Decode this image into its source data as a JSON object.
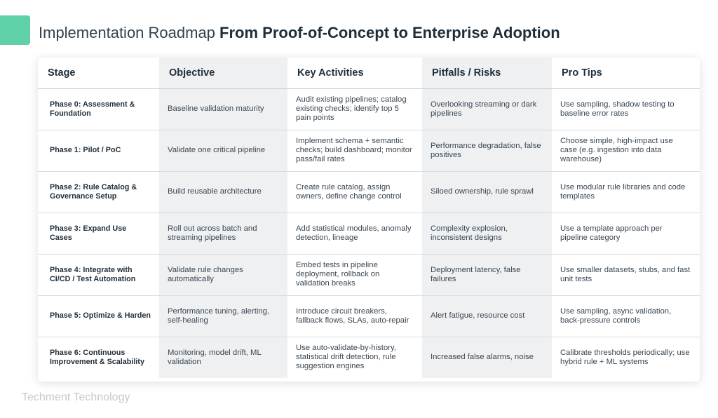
{
  "title": {
    "light": "Implementation Roadmap",
    "bold": "From Proof-of-Concept to Enterprise Adoption"
  },
  "table": {
    "headers": [
      "Stage",
      "Objective",
      "Key Activities",
      "Pitfalls / Risks",
      "Pro Tips"
    ],
    "rows": [
      [
        "Phase 0: Assessment & Foundation",
        "Baseline validation maturity",
        "Audit existing pipelines; catalog existing checks; identify top 5 pain points",
        "Overlooking streaming or dark pipelines",
        "Use sampling, shadow testing to baseline error rates"
      ],
      [
        "Phase 1: Pilot / PoC",
        "Validate one critical pipeline",
        "Implement schema + semantic checks; build dashboard; monitor pass/fail rates",
        "Performance degradation, false positives",
        "Choose simple, high-impact use case (e.g. ingestion into data warehouse)"
      ],
      [
        "Phase 2: Rule Catalog & Governance Setup",
        "Build reusable architecture",
        "Create rule catalog, assign owners, define change control",
        "Siloed ownership, rule sprawl",
        "Use modular rule libraries and code templates"
      ],
      [
        "Phase 3: Expand Use Cases",
        "Roll out across batch and streaming pipelines",
        "Add statistical modules, anomaly detection, lineage",
        "Complexity explosion, inconsistent designs",
        "Use a template approach per pipeline category"
      ],
      [
        "Phase 4: Integrate with CI/CD / Test Automation",
        "Validate rule changes automatically",
        "Embed tests in pipeline deployment, rollback on validation breaks",
        "Deployment latency, false failures",
        "Use smaller datasets, stubs, and fast unit tests"
      ],
      [
        "Phase 5: Optimize & Harden",
        "Performance tuning, alerting, self-healing",
        "Introduce circuit breakers, fallback flows, SLAs, auto-repair",
        "Alert fatigue, resource cost",
        "Use sampling, async validation, back-pressure controls"
      ],
      [
        "Phase 6: Continuous Improvement & Scalability",
        "Monitoring, model drift, ML validation",
        "Use auto-validate-by-history, statistical drift detection, rule suggestion engines",
        "Increased false alarms, noise",
        "Calibrate thresholds periodically; use hybrid rule + ML systems"
      ]
    ]
  },
  "footer": "Techment Technology",
  "colors": {
    "accent": "#5fd0a8",
    "shade": "#eef0f2",
    "text": "#2b3a46"
  }
}
